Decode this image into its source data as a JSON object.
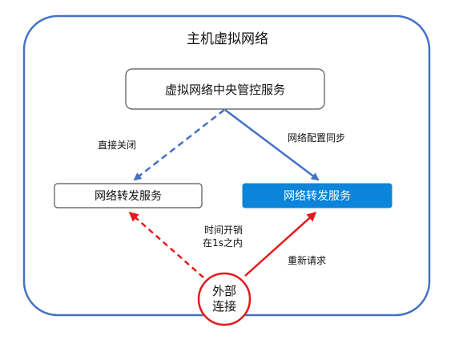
{
  "host": {
    "title": "主机虚拟网络"
  },
  "nodes": {
    "central": "虚拟网络中央管控服务",
    "forward_left": "网络转发服务",
    "forward_right": "网络转发服务",
    "external_line1": "外部",
    "external_line2": "连接"
  },
  "edges": {
    "direct_close": "直接关闭",
    "config_sync": "网络配置同步",
    "overhead_line1": "时间开销",
    "overhead_line2": "在1s之内",
    "re_request": "重新请求"
  },
  "colors": {
    "border_blue": "#4472c4",
    "arrow_blue": "#4472c4",
    "active_fill": "#0b84d9",
    "arrow_red": "#e31a1c",
    "box_stroke": "#555555"
  }
}
